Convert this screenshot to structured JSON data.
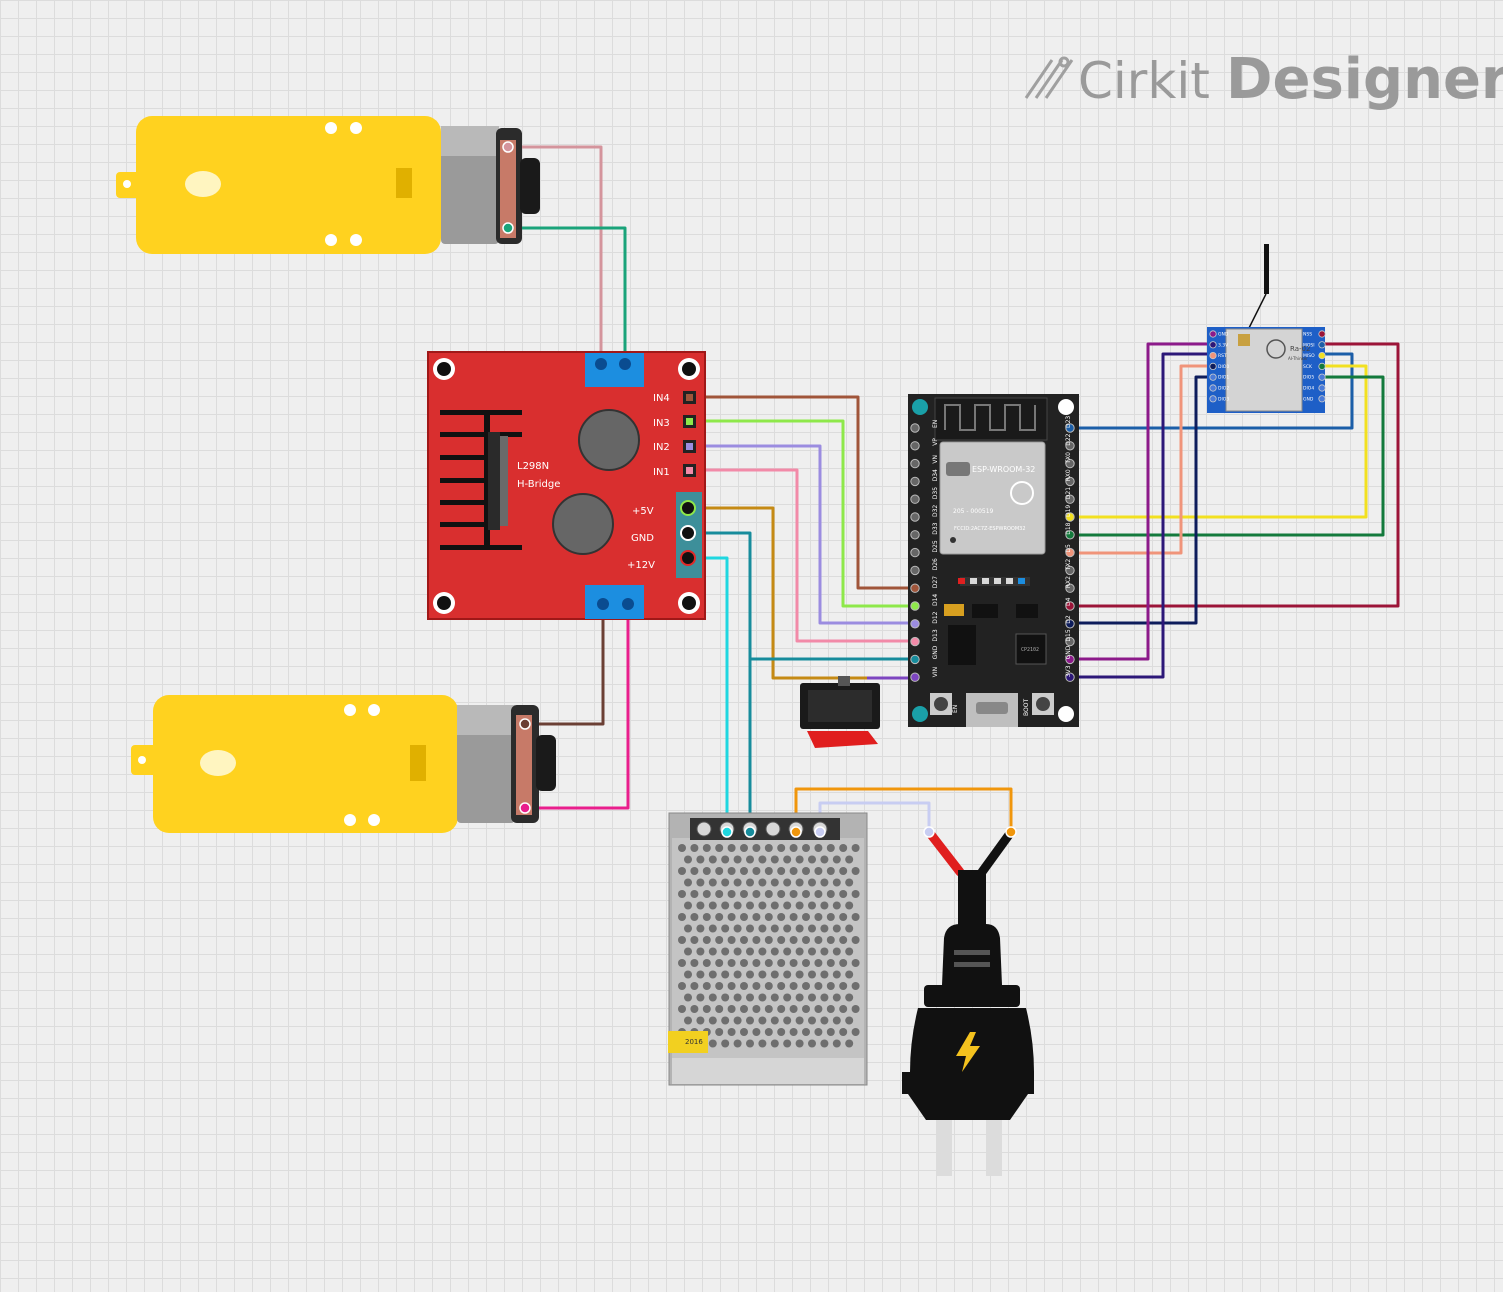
{
  "watermark": {
    "brand": "Cirkit",
    "product": "Designer"
  },
  "hbridge": {
    "title_line1": "L298N",
    "title_line2": "H-Bridge",
    "inputs": [
      "IN4",
      "IN3",
      "IN2",
      "IN1"
    ],
    "power": [
      "+5V",
      "GND",
      "+12V"
    ]
  },
  "esp32": {
    "module": "ESP-WROOM-32",
    "fcc": "FCCID:2AC7Z-ESPWROOM32",
    "cert": "205 - 000519",
    "left_pins": [
      "EN",
      "VP",
      "VN",
      "D34",
      "D35",
      "D32",
      "D33",
      "D25",
      "D26",
      "D27",
      "D14",
      "D12",
      "D13",
      "GND",
      "VIN"
    ],
    "right_pins": [
      "D23",
      "D22",
      "TX0",
      "RX0",
      "D21",
      "D19",
      "D18",
      "D5",
      "TX2",
      "RX2",
      "D4",
      "D2",
      "D15",
      "GND",
      "3V3"
    ],
    "btn_en": "EN",
    "btn_boot": "BOOT"
  },
  "lora": {
    "name": "Ra-02",
    "brand": "AI-Thinker",
    "left_pins": [
      "GND",
      "3.3V",
      "RST",
      "DIO0",
      "DIO1",
      "DIO2",
      "DIO3"
    ],
    "right_pins": [
      "NSS",
      "MOSI",
      "MISO",
      "SCK",
      "DIO5",
      "DIO4",
      "GND"
    ]
  },
  "psu": {
    "label": "2016"
  },
  "colors": {
    "board_red": "#d92f2f",
    "motor_yellow": "#ffd21f",
    "esp_black": "#222222",
    "lora_blue": "#1e5fc7"
  }
}
